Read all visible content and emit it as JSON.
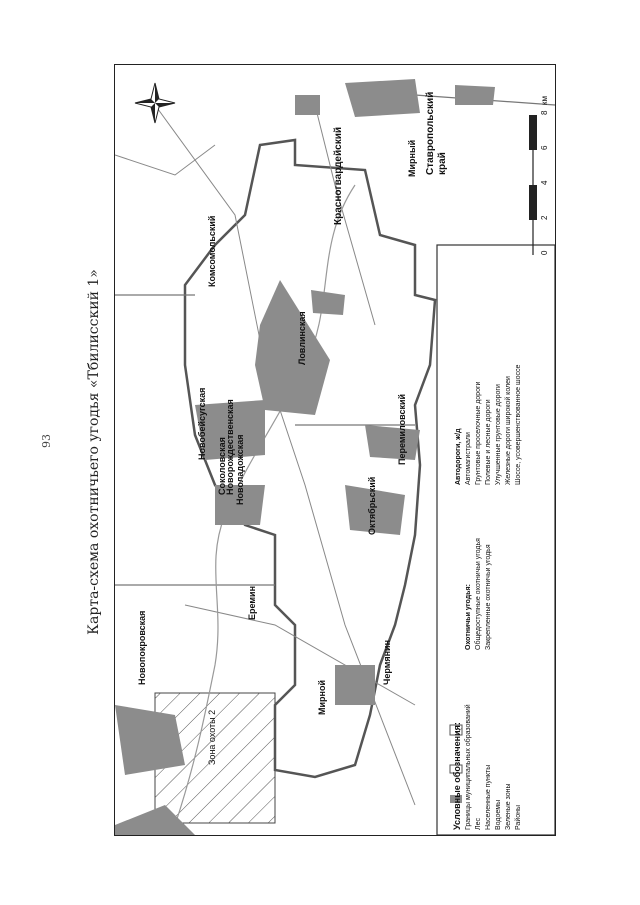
{
  "page": {
    "number": "93",
    "title": "Карта-схема охотничьего угодья «Тбилисский 1»"
  },
  "colors": {
    "settlement_fill": "#8c8c8c",
    "boundary": "#555555",
    "frame": "#222222",
    "road": "#777777",
    "water": "#999999"
  },
  "icons": [
    "compass-rose-icon",
    "hatched-area-icon",
    "scale-bar-icon"
  ],
  "regions": {
    "stavropol": "Ставропольский\nкрай",
    "krasnogvardeisky": "Красногвардейский",
    "hatched_zone": "Зона охоты 2"
  },
  "settlements": [
    {
      "name": "Мирный"
    },
    {
      "name": "Комсомольский"
    },
    {
      "name": "Ловлинская"
    },
    {
      "name": "Новобейсугская"
    },
    {
      "name": "Соколовская"
    },
    {
      "name": "Новоладожская"
    },
    {
      "name": "Октябрьский"
    },
    {
      "name": "Перемиловский"
    },
    {
      "name": "Еремин"
    },
    {
      "name": "Новорождественская"
    },
    {
      "name": "Чермянин"
    },
    {
      "name": "Мирной"
    },
    {
      "name": "Новопокровская"
    }
  ],
  "legend": {
    "title": "Условные обозначения:",
    "boundaries_label": "Границы муниципальных образований",
    "forest_label": "Лес",
    "settlements_label": "Населенные пункты",
    "water_label": "Водоемы",
    "green_label": "Зеленые зоны",
    "hunting_label": "Охотничьи угодья:",
    "hunting_type_label": "Общедоступные охотничьи угодья",
    "reserve_label": "Закрепленные охотничьи угодья",
    "roads_title": "Автодороги, ж/д",
    "road_1": "Автомагистрали",
    "road_2": "Грунтовые проселочные дороги",
    "road_3": "Полевые и лесные дороги",
    "road_4": "Улучшенные грунтовые дороги",
    "road_5": "Железные дороги широкой колеи",
    "road_6": "Шоссе, усовершенствованное шоссе",
    "restricted_label": "Районы"
  },
  "scale": {
    "ticks": [
      "0",
      "2",
      "4",
      "6",
      "8"
    ],
    "unit": "км"
  }
}
